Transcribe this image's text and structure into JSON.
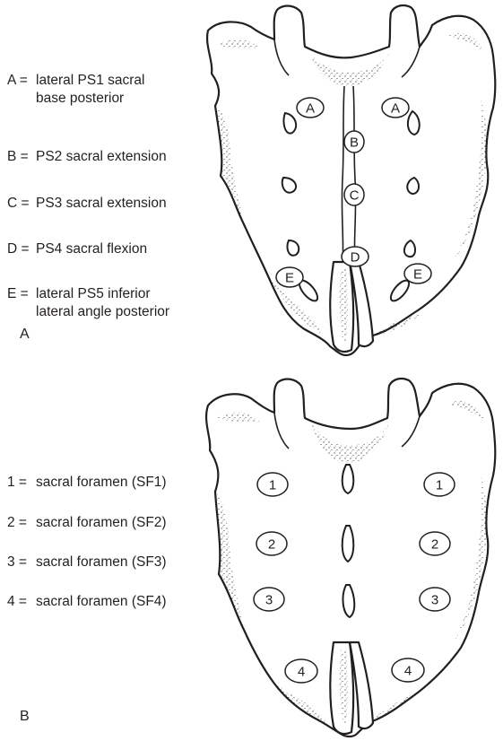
{
  "panel_a": {
    "label": "A",
    "legend": [
      {
        "key": "A =",
        "lines": [
          "lateral PS1 sacral",
          "base posterior"
        ]
      },
      {
        "key": "B =",
        "lines": [
          "PS2 sacral extension"
        ]
      },
      {
        "key": "C =",
        "lines": [
          "PS3 sacral extension"
        ]
      },
      {
        "key": "D =",
        "lines": [
          "PS4 sacral flexion"
        ]
      },
      {
        "key": "E =",
        "lines": [
          "lateral PS5 inferior",
          "lateral angle posterior"
        ]
      }
    ],
    "markers": {
      "a": "A",
      "b": "B",
      "c": "C",
      "d": "D",
      "e": "E"
    }
  },
  "panel_b": {
    "label": "B",
    "legend": [
      {
        "key": "1 =",
        "text": "sacral foramen (SF1)"
      },
      {
        "key": "2 =",
        "text": "sacral foramen (SF2)"
      },
      {
        "key": "3 =",
        "text": "sacral foramen (SF3)"
      },
      {
        "key": "4 =",
        "text": "sacral foramen (SF4)"
      }
    ],
    "markers": {
      "m1": "1",
      "m2": "2",
      "m3": "3",
      "m4": "4"
    }
  }
}
